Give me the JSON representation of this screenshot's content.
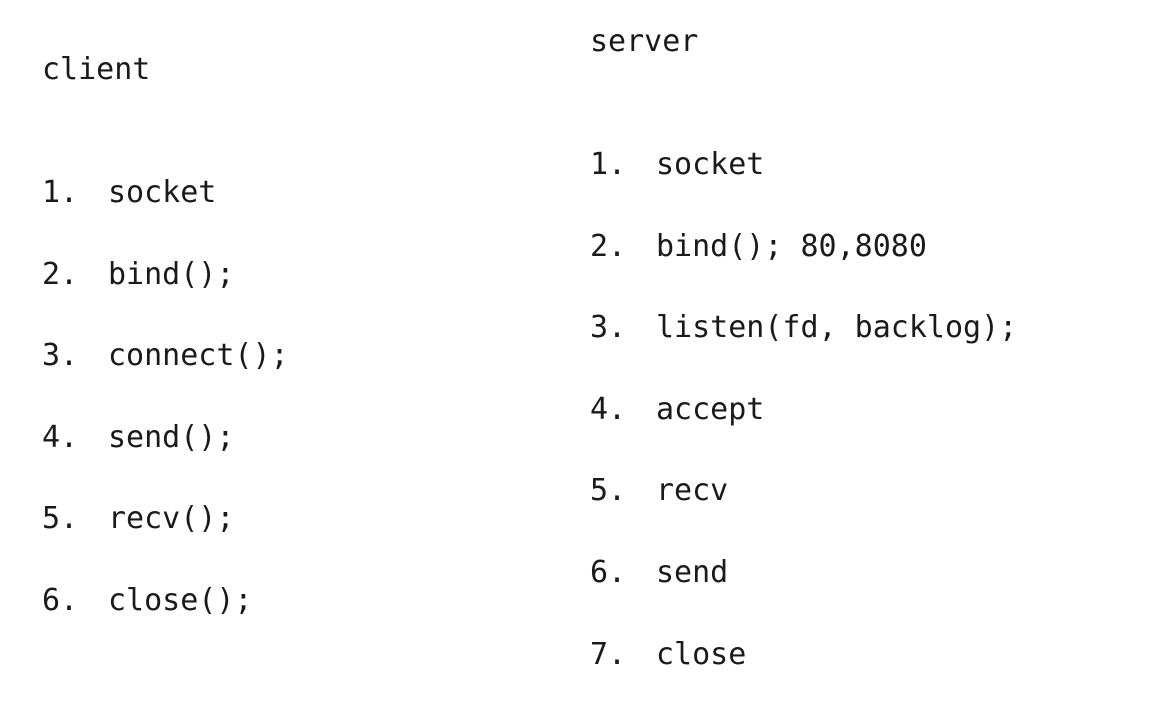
{
  "client": {
    "title": "client",
    "steps": [
      {
        "num": "1.",
        "text": "socket"
      },
      {
        "num": "2.",
        "text": "bind();"
      },
      {
        "num": "3.",
        "text": "connect();"
      },
      {
        "num": "4.",
        "text": "send();"
      },
      {
        "num": "5.",
        "text": "recv();"
      },
      {
        "num": "6.",
        "text": "close();"
      }
    ]
  },
  "server": {
    "title": "server",
    "steps": [
      {
        "num": "1.",
        "text": "socket"
      },
      {
        "num": "2.",
        "text": "bind(); 80,8080"
      },
      {
        "num": "3.",
        "text": "listen(fd, backlog);"
      },
      {
        "num": "4.",
        "text": "accept"
      },
      {
        "num": "5.",
        "text": "recv"
      },
      {
        "num": "6.",
        "text": "send"
      },
      {
        "num": "7.",
        "text": "close"
      }
    ]
  }
}
